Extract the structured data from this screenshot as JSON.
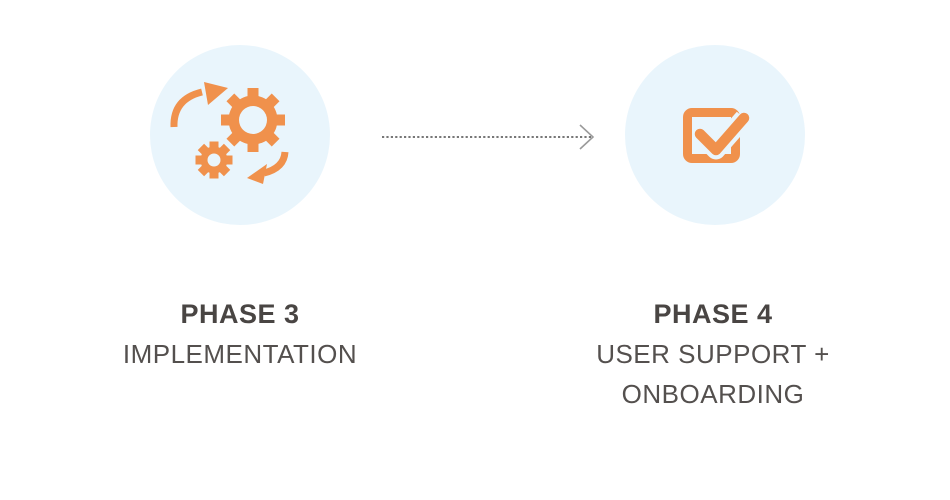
{
  "page": {
    "background": "#FFFFFF",
    "description": "Two-step process diagram with phase circles connected by a dotted arrow"
  },
  "colors": {
    "accent_orange": "#F0914C",
    "circle_background": "#E9F5FC",
    "title_text": "#494543",
    "subtitle_text": "#54504E",
    "arrow_line": "#4A4A4A",
    "arrow_head": "#9A9A9A"
  },
  "phases": [
    {
      "id": "phase-3",
      "title": "PHASE 3",
      "lines": [
        "IMPLEMENTATION"
      ],
      "icon": "process-gears-icon"
    },
    {
      "id": "phase-4",
      "title": "PHASE 4",
      "lines": [
        "USER SUPPORT +",
        "ONBOARDING"
      ],
      "icon": "checkbox-checked-icon"
    }
  ],
  "connector": {
    "type": "dotted-arrow",
    "direction": "right"
  }
}
